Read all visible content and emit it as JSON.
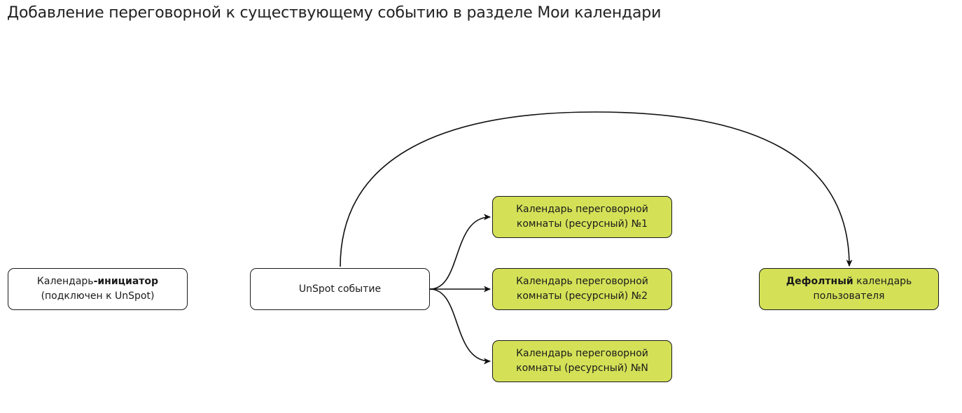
{
  "title": "Добавление переговорной к существующему событию в разделе Мои календари",
  "colors": {
    "green_fill": "#d4e157",
    "stroke": "#1a1a1a"
  },
  "nodes": {
    "initiator": {
      "line1_plain": "Календарь",
      "line1_bold": "-инициатор",
      "line2": "(подключен к UnSpot)"
    },
    "event": {
      "label": "UnSpot событие"
    },
    "room1": {
      "line1": "Календарь переговорной",
      "line2": "комнаты (ресурсный) №1"
    },
    "room2": {
      "line1": "Календарь переговорной",
      "line2": "комнаты (ресурсный) №2"
    },
    "roomN": {
      "line1": "Календарь переговорной",
      "line2": "комнаты (ресурсный) №N"
    },
    "default": {
      "line1_bold": "Дефолтный",
      "line1_plain": " календарь",
      "line2": "пользователя"
    }
  },
  "edges": [
    {
      "from": "event",
      "to": "room1"
    },
    {
      "from": "event",
      "to": "room2"
    },
    {
      "from": "event",
      "to": "roomN"
    },
    {
      "from": "event",
      "to": "default"
    }
  ]
}
